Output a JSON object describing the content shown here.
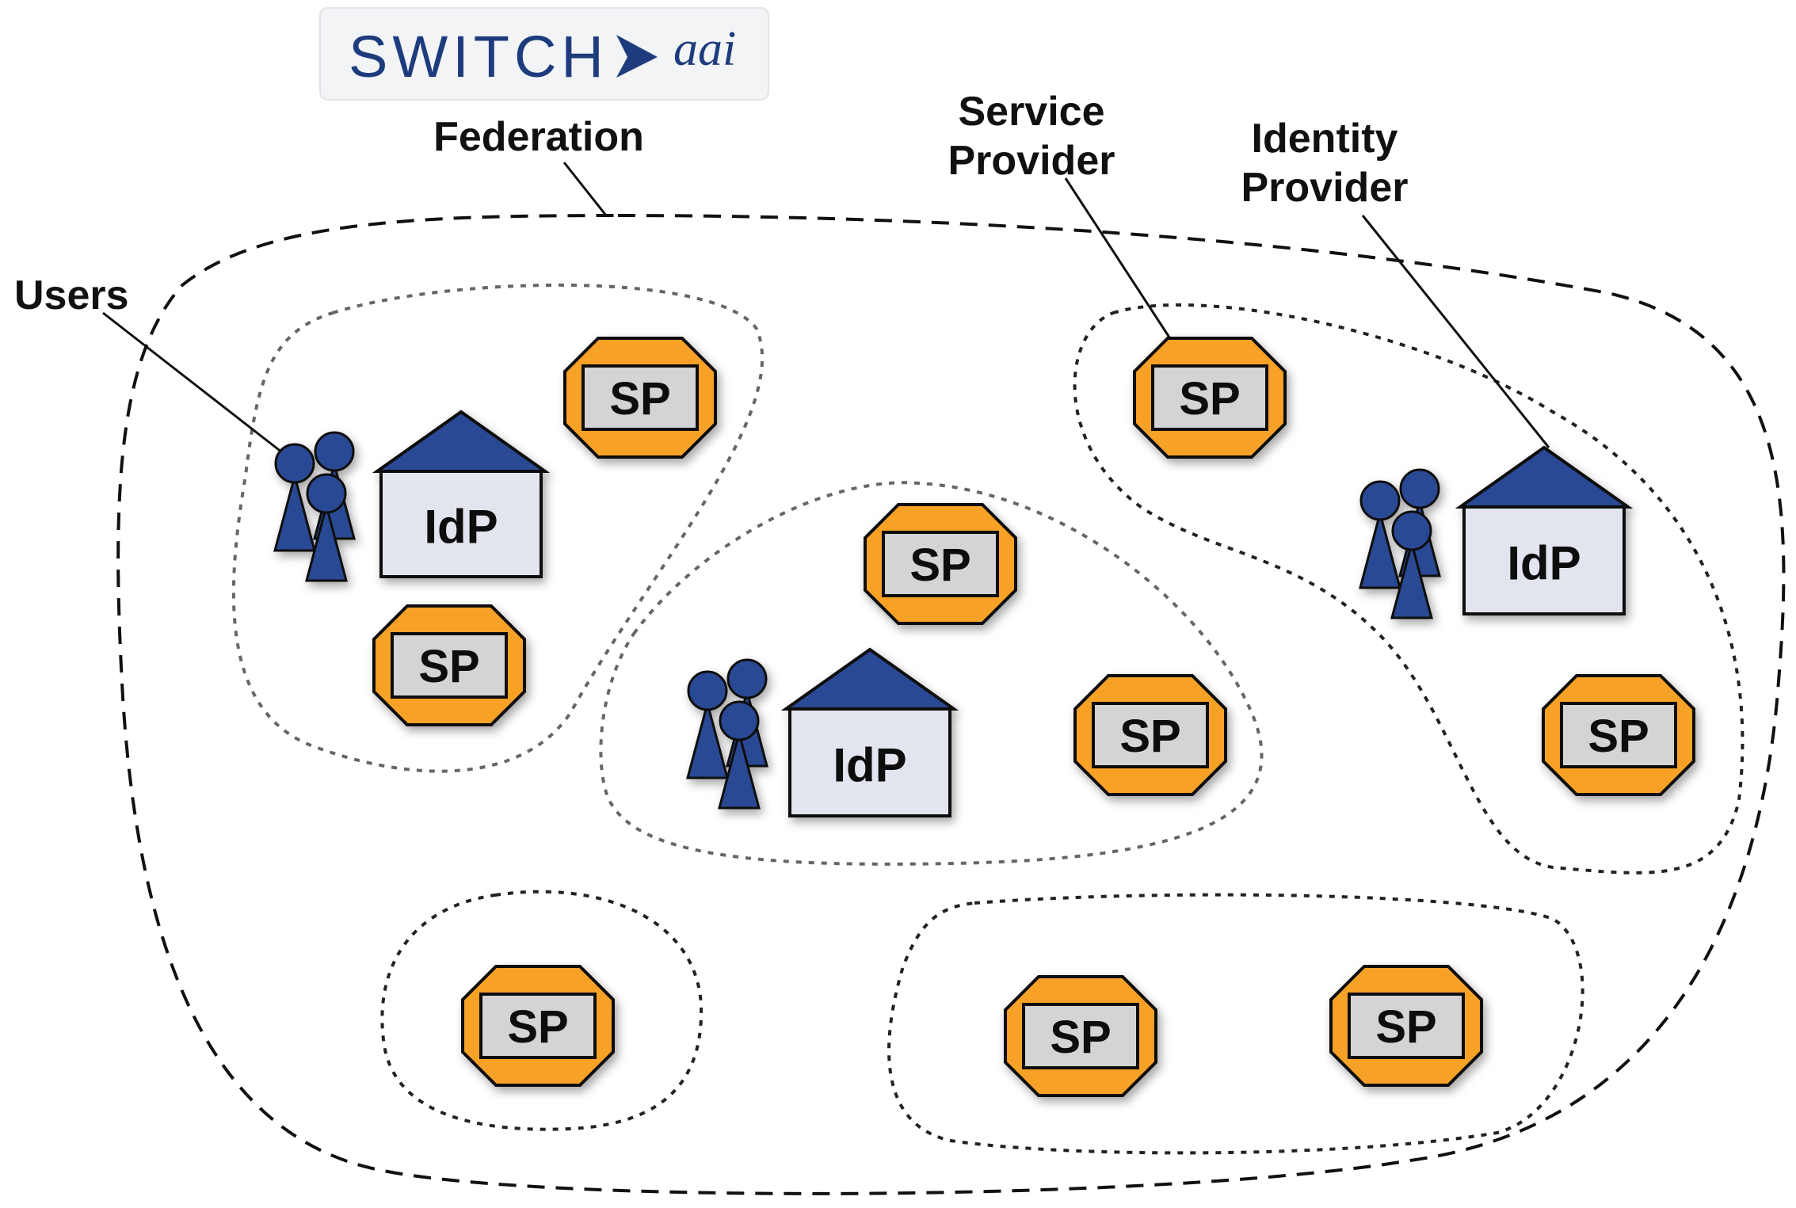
{
  "logo": {
    "brand": "SWITCH",
    "product": "aai"
  },
  "labels": {
    "federation": "Federation",
    "users": "Users",
    "service_provider": [
      "Service",
      "Provider"
    ],
    "identity_provider": [
      "Identity",
      "Provider"
    ]
  },
  "node_text": {
    "sp": "SP",
    "idp": "IdP"
  },
  "colors": {
    "sp_fill": "#f7a128",
    "sp_inner": "#d4d4d4",
    "idp_roof": "#2c4a94",
    "idp_body": "#e2e4ee",
    "user": "#2c4a94",
    "outline": "#111111"
  }
}
